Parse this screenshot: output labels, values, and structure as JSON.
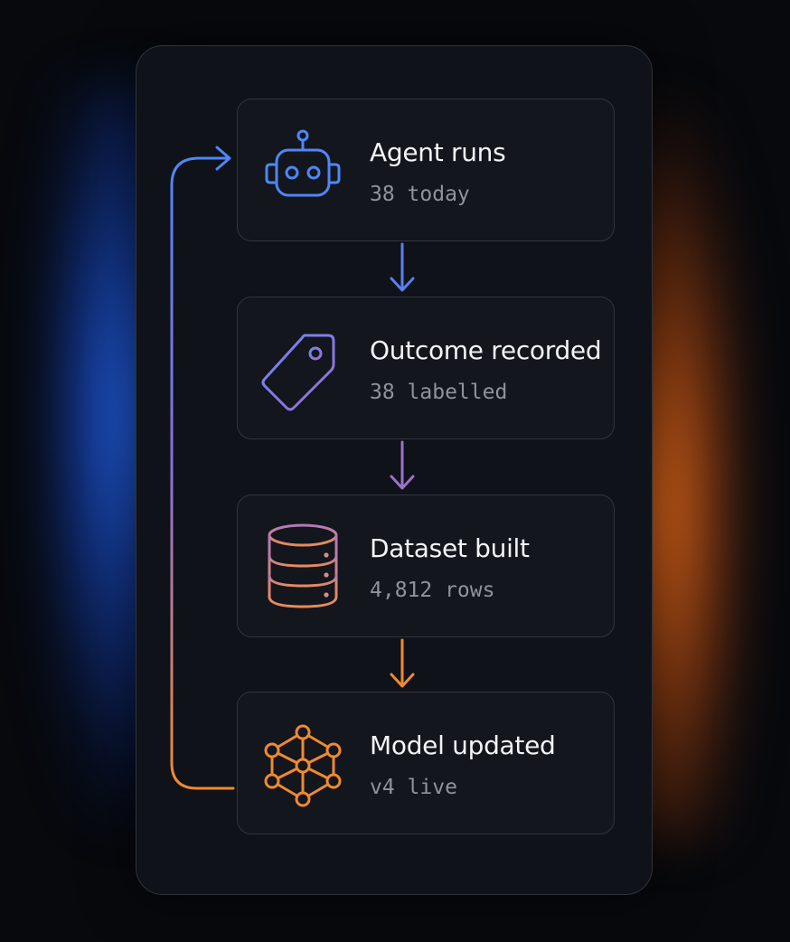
{
  "steps": [
    {
      "title": "Agent runs",
      "detail": "38 today",
      "icon": "robot-icon",
      "color": "#4f86f7"
    },
    {
      "title": "Outcome recorded",
      "detail": "38 labelled",
      "icon": "tag-icon",
      "color": "#7c7cf0"
    },
    {
      "title": "Dataset built",
      "detail": "4,812 rows",
      "icon": "database-icon",
      "color": "#c07aa8"
    },
    {
      "title": "Model updated",
      "detail": "v4 live",
      "icon": "network-icon",
      "color": "#f08a2e"
    }
  ],
  "colors": {
    "blue": "#4f86f7",
    "violet": "#8c6fd8",
    "orange": "#f08a2e"
  }
}
